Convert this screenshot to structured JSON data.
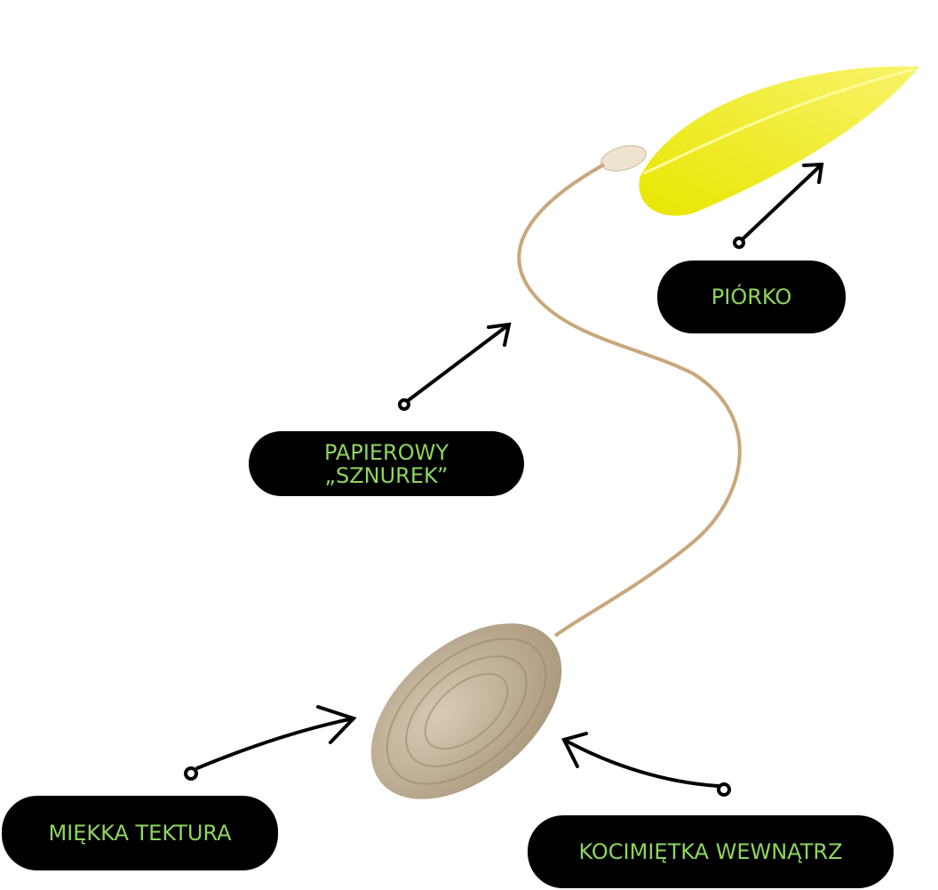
{
  "labels": {
    "feather": "PIÓRKO",
    "string_line1": "PAPIEROWY",
    "string_line2": "„SZNUREK”",
    "cardboard": "MIĘKKA TEKTURA",
    "catnip": "KOCIMIĘTKA WEWNĄTRZ"
  },
  "colors": {
    "label_text": "#8fd45e",
    "label_bg": "#000000",
    "feather": "#f2ef2a",
    "string": "#c9a77c",
    "cardboard": "#c9b9a0"
  }
}
